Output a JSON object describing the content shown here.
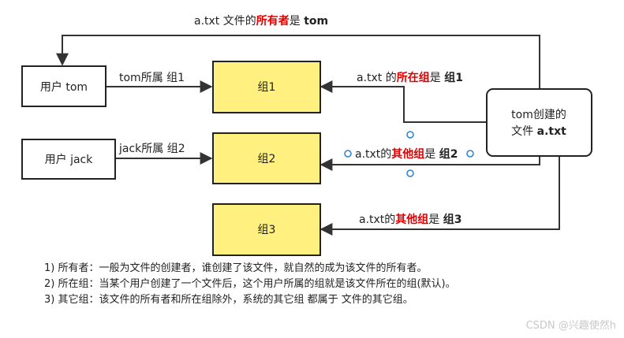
{
  "nodes": {
    "user_tom": "用户 tom",
    "user_jack": "用户 jack",
    "group1": "组1",
    "group2": "组2",
    "group3": "组3",
    "file_line1": "tom创建的",
    "file_line2_prefix": "文件 ",
    "file_line2_bold": "a.txt"
  },
  "edges": {
    "owner": {
      "pre": "a.txt 文件的",
      "red": "所有者",
      "mid": "是 ",
      "bold": "tom"
    },
    "tom_group": "tom所属 组1",
    "jack_group": "jack所属 组2",
    "group_in": {
      "pre": "a.txt 的",
      "red": "所在组",
      "mid": "是 ",
      "bold": "组1"
    },
    "other2": {
      "pre": "a.txt的",
      "red": "其他组",
      "mid": "是 ",
      "bold": "组2"
    },
    "other3": {
      "pre": "a.txt的",
      "red": "其他组",
      "mid": "是 ",
      "bold": "组3"
    }
  },
  "notes": [
    "1) 所有者：一般为文件的创建者，谁创建了该文件，就自然的成为该文件的所有者。",
    "2) 所在组：当某个用户创建了一个文件后，这个用户所属的组就是该文件所在的组(默认)。",
    "3) 其它组：该文件的所有者和所在组除外，系统的其它组 都属于 文件的其它组。"
  ],
  "watermark": "CSDN @兴趣使然h",
  "colors": {
    "group_fill": "#fff07f",
    "highlight_red": "#e00000",
    "handle_blue": "#2a7fd6",
    "line": "#333333"
  }
}
